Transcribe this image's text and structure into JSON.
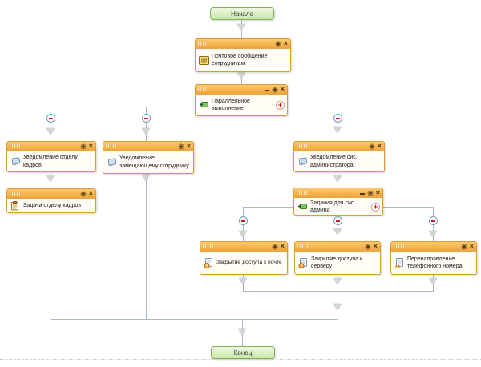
{
  "terminals": {
    "start": "Начало",
    "end": "Конец"
  },
  "glyphs": {
    "close": "×",
    "add": "+"
  },
  "nodes": {
    "mail": {
      "title": "Почтовое сообщение сотрудникам",
      "icon": "mail-message-icon"
    },
    "parallel": {
      "title": "Параллельное выполнение",
      "icon": "parallel-split-icon"
    },
    "hr_notify": {
      "title": "Уведомление отделу кадров",
      "icon": "notification-icon"
    },
    "sub_notify": {
      "title": "Уведомление замещающему сотруднику",
      "icon": "notification-icon"
    },
    "sys_notify": {
      "title": "Уведомление сис. администратора",
      "icon": "notification-icon"
    },
    "hr_task": {
      "title": "Задача отделу кадров",
      "icon": "task-icon"
    },
    "admin_tasks": {
      "title": "Задания для сис. админа",
      "icon": "parallel-split-icon"
    },
    "mail_close": {
      "title": "Закрытие доступа к почте",
      "icon": "document-clock-icon"
    },
    "server_close": {
      "title": "Закрытие доступа к серверу",
      "icon": "document-clock-icon"
    },
    "phone_redirect": {
      "title": "Перенаправление телефонного номера",
      "icon": "document-arrow-icon"
    }
  },
  "colors": {
    "node_border": "#d99c34",
    "header_top": "#fbca6e",
    "header_bottom": "#f1a33a",
    "connector": "#a9b7d3",
    "terminal_border": "#82b05e",
    "terminal_bg": "#c7e7a6",
    "badge_minus": "#cf1f1f",
    "badge_plus": "#cc1111"
  }
}
